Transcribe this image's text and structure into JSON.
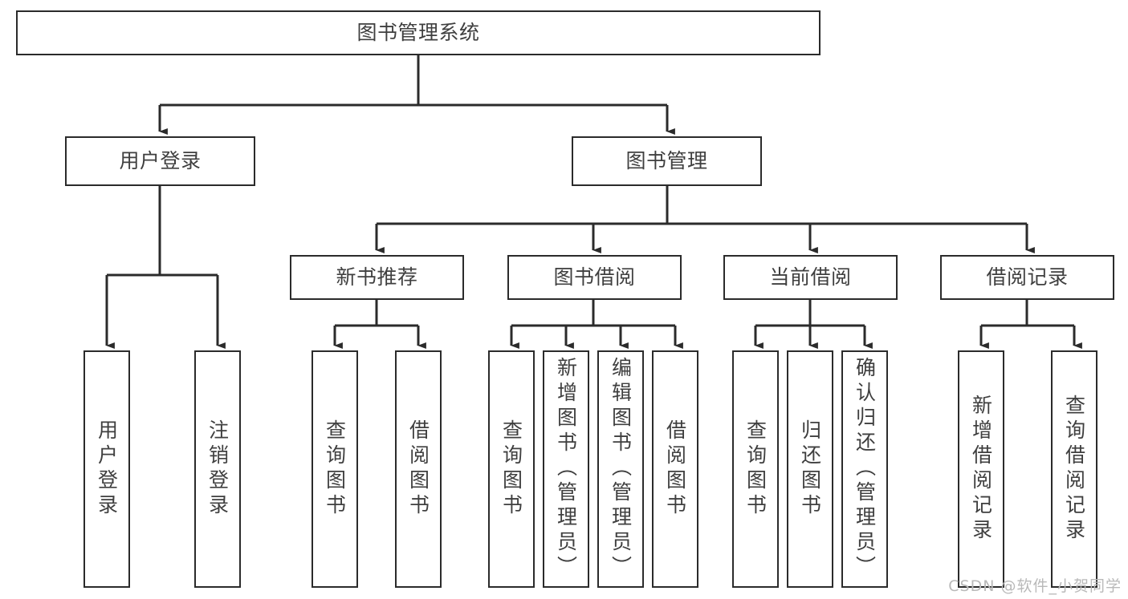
{
  "diagram": {
    "title": "图书管理系统",
    "watermark": "CSDN @软件_小贺同学",
    "stroke_color": "#2b2b2b",
    "text_color": "#3f3f3f",
    "background": "#ffffff",
    "root": {
      "label": "图书管理系统"
    },
    "level2": [
      {
        "label": "用户登录"
      },
      {
        "label": "图书管理"
      }
    ],
    "level3": [
      {
        "label": "新书推荐"
      },
      {
        "label": "图书借阅"
      },
      {
        "label": "当前借阅"
      },
      {
        "label": "借阅记录"
      }
    ],
    "leaves": {
      "user_login": [
        {
          "label": "用户登录"
        },
        {
          "label": "注销登录"
        }
      ],
      "new_book_recommend": [
        {
          "label": "查询图书"
        },
        {
          "label": "借阅图书"
        }
      ],
      "book_borrow": [
        {
          "label": "查询图书"
        },
        {
          "label": "新增图书（管理员）"
        },
        {
          "label": "编辑图书（管理员）"
        },
        {
          "label": "借阅图书"
        }
      ],
      "current_borrow": [
        {
          "label": "查询图书"
        },
        {
          "label": "归还图书"
        },
        {
          "label": "确认归还（管理员）"
        }
      ],
      "borrow_record": [
        {
          "label": "新增借阅记录"
        },
        {
          "label": "查询借阅记录"
        }
      ]
    }
  }
}
